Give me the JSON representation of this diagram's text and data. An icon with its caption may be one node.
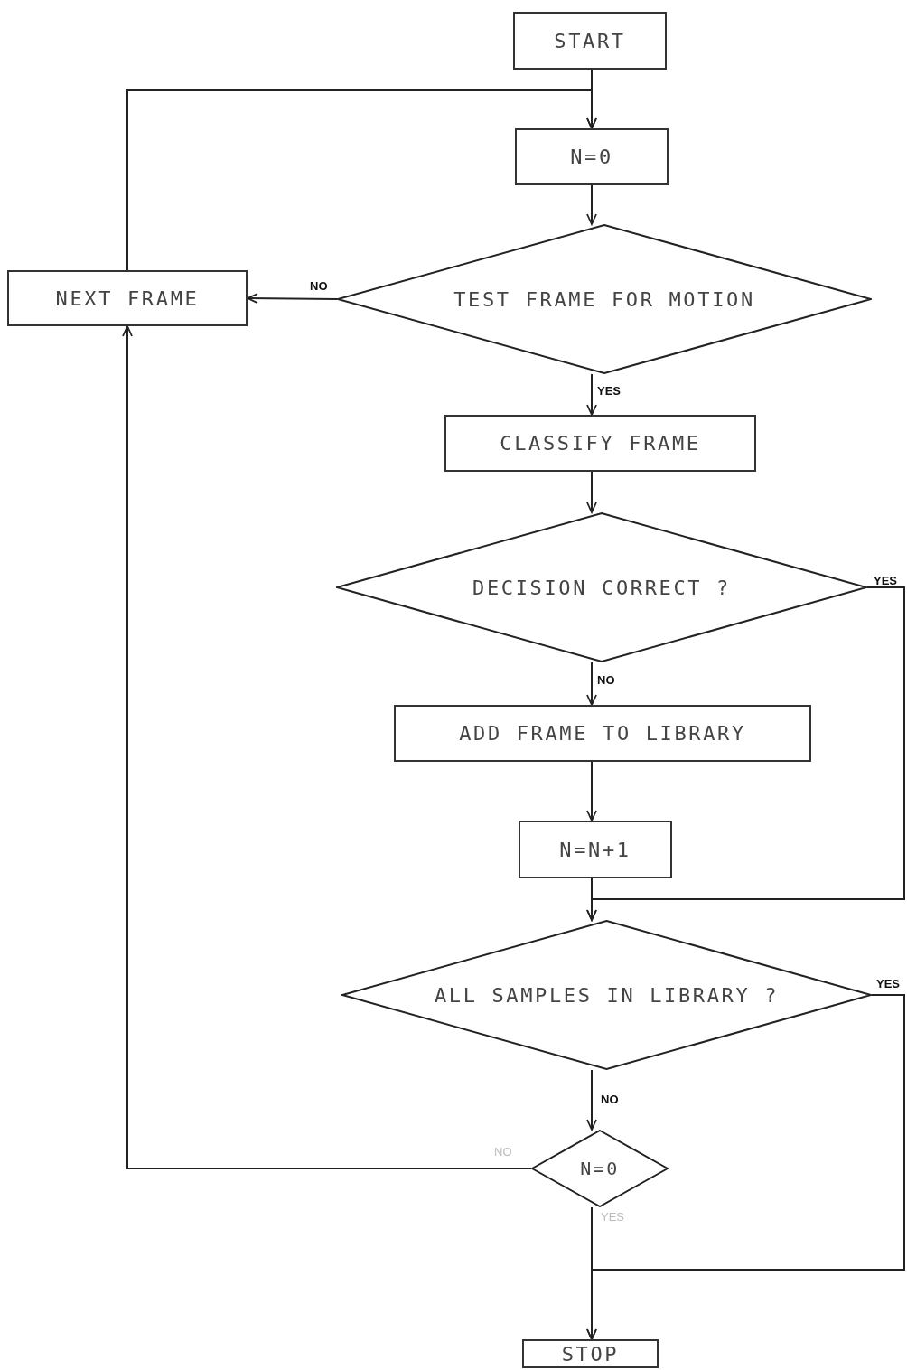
{
  "diagram": {
    "nodes": [
      {
        "text": [
          "START"
        ]
      },
      {
        "text": [
          "N=0"
        ]
      },
      {
        "text": [
          "TEST FRAME FOR MOTION"
        ]
      },
      {
        "text": [
          "NEXT FRAME"
        ]
      },
      {
        "text": [
          "CLASSIFY FRAME"
        ]
      },
      {
        "text": [
          "DECISION CORRECT ?"
        ]
      },
      {
        "text": [
          "ADD FRAME TO LIBRARY"
        ]
      },
      {
        "text": [
          "N=N+1"
        ]
      },
      {
        "text": [
          "ALL SAMPLES IN LIBRARY ?"
        ]
      },
      {
        "text": [
          "N=0"
        ]
      },
      {
        "text": [
          "STOP"
        ]
      }
    ],
    "edges": [
      {
        "from": 0,
        "to": 1,
        "arrow": "to"
      },
      {
        "from": 1,
        "to": 2,
        "arrow": "to"
      },
      {
        "from": 2,
        "to": 3,
        "arrow": "to",
        "label": "NO"
      },
      {
        "from": 2,
        "to": 4,
        "arrow": "to",
        "label": "YES"
      },
      {
        "from": 3,
        "to": 1,
        "arrow": "to"
      },
      {
        "from": 4,
        "to": 5,
        "arrow": "to"
      },
      {
        "from": 5,
        "to": 6,
        "arrow": "to",
        "label": "NO"
      },
      {
        "from": 5,
        "to": 8,
        "arrow": "to",
        "label": "YES"
      },
      {
        "from": 6,
        "to": 7,
        "arrow": "to"
      },
      {
        "from": 7,
        "to": 8,
        "arrow": "to"
      },
      {
        "from": 8,
        "to": 9,
        "arrow": "to",
        "label": "NO"
      },
      {
        "from": 8,
        "to": 10,
        "arrow": "to",
        "label": "YES"
      },
      {
        "from": 9,
        "to": 3,
        "arrow": "to",
        "label": "NO"
      },
      {
        "from": 9,
        "to": 10,
        "arrow": "to",
        "label": "YES"
      }
    ]
  }
}
